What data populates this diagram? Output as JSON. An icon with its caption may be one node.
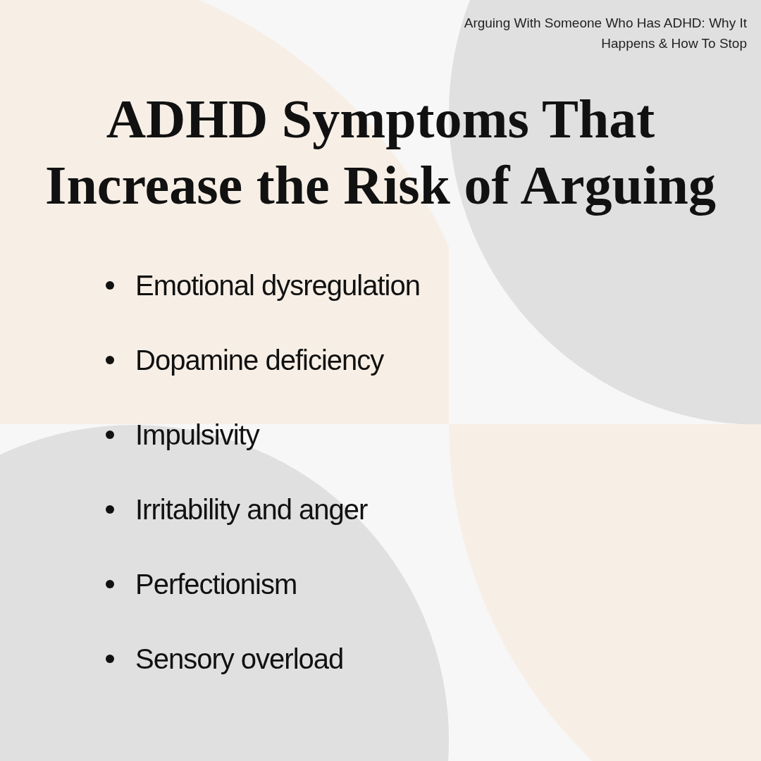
{
  "diagram": {
    "title": "ADHD Symptoms That Increase the Risk of Arguing",
    "labels": [
      "Arguing With Someone Who Has ADHD: Why It Happens & How To Stop",
      "Emotional dysregulation",
      "Dopamine deficiency",
      "Impulsivity",
      "Irritability and anger",
      "Perfectionism",
      "Sensory overload"
    ]
  }
}
